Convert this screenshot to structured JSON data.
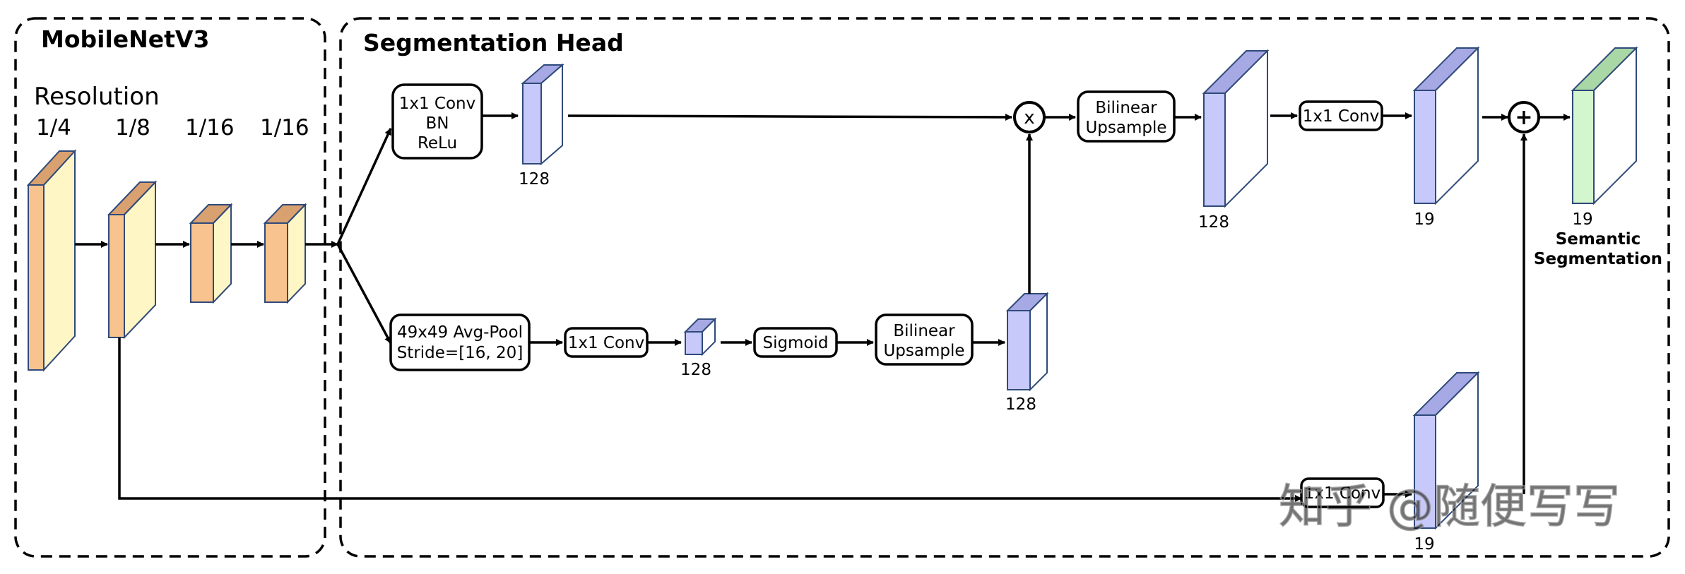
{
  "panels": {
    "backbone_title": "MobileNetV3",
    "head_title": "Segmentation Head"
  },
  "backbone": {
    "resolution_label": "Resolution",
    "resolutions": [
      "1/4",
      "1/8",
      "1/16",
      "1/16"
    ]
  },
  "blocks": {
    "conv_bn_relu": [
      "1x1 Conv",
      "BN",
      "ReLu"
    ],
    "avgpool": [
      "49x49 Avg-Pool",
      "Stride=[16, 20]"
    ],
    "conv_small": "1x1 Conv",
    "sigmoid": "Sigmoid",
    "upsample_bottom": [
      "Bilinear",
      "Upsample"
    ],
    "upsample_top": [
      "Bilinear",
      "Upsample"
    ],
    "conv_top": "1x1 Conv",
    "conv_bottom": "1x1 Conv"
  },
  "ops": {
    "multiply": "x",
    "add": "+"
  },
  "channels": {
    "top_branch": "128",
    "pooled": "128",
    "gate": "128",
    "upsampled": "128",
    "top_out": "19",
    "skip_out": "19",
    "final": "19"
  },
  "output_label": [
    "Semantic",
    "Segmentation"
  ],
  "watermark": "知乎 @随便写写",
  "colors": {
    "title": "#6a5fe0",
    "output_label": "#e03a3a",
    "feature_front": "#fff6c6",
    "feature_side": "#f8c38f",
    "head_front": "#c7c9fb",
    "head_top": "#a7a9e4",
    "final_front": "#d4f6cf",
    "final_top": "#a9d8a6"
  }
}
